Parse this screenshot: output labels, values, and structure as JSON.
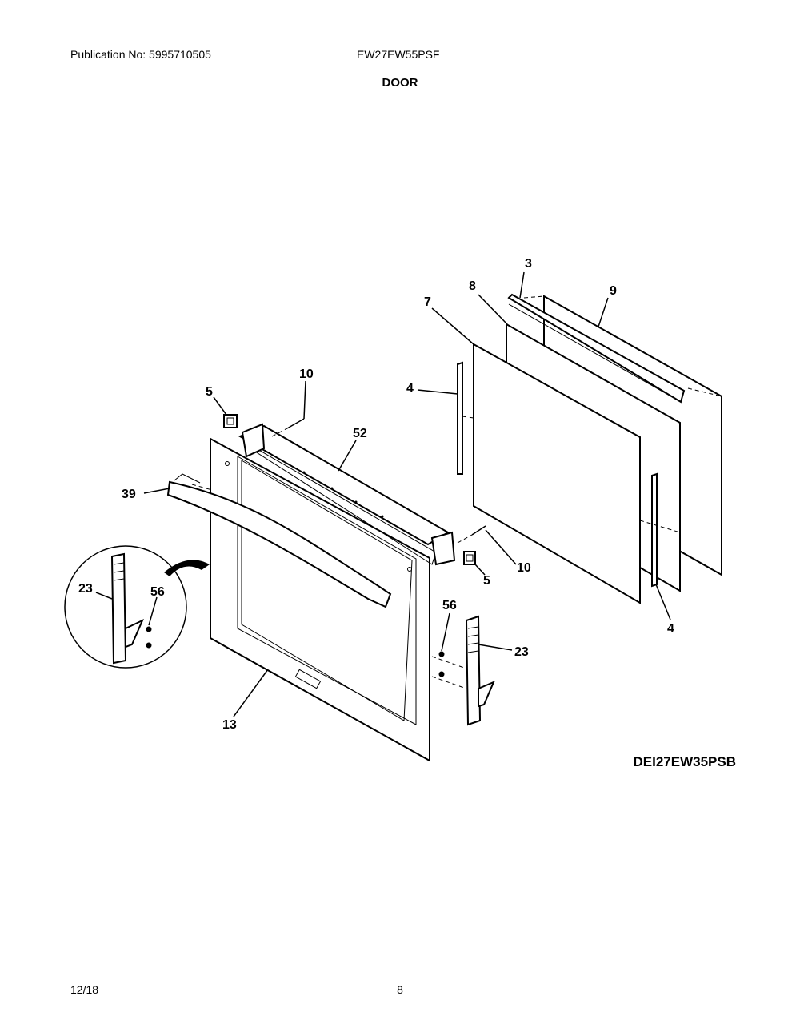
{
  "header": {
    "publication": "Publication No: 5995710505",
    "model": "EW27EW55PSF",
    "title": "DOOR"
  },
  "diagram_ref": "DEI27EW35PSB",
  "footer": {
    "date": "12/18",
    "page": "8"
  },
  "callouts": {
    "c3": "3",
    "c8": "8",
    "c9": "9",
    "c7": "7",
    "c10a": "10",
    "c5a": "5",
    "c4a": "4",
    "c52": "52",
    "c39": "39",
    "c10b": "10",
    "c5b": "5",
    "c4b": "4",
    "c23a": "23",
    "c56a": "56",
    "c56b": "56",
    "c23b": "23",
    "c13": "13"
  }
}
